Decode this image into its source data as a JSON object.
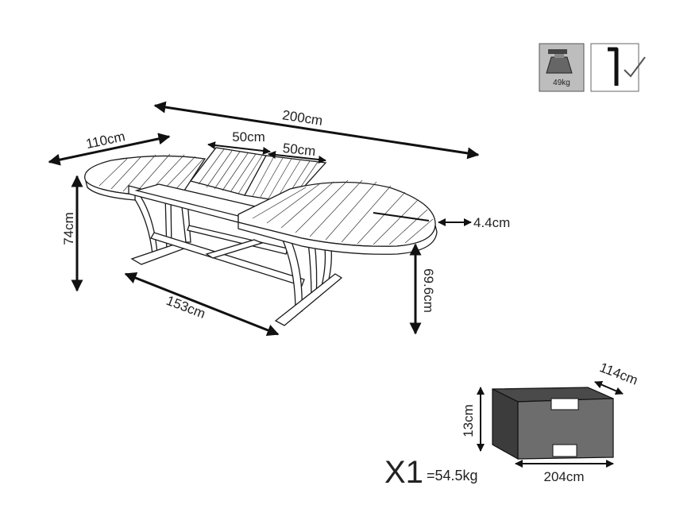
{
  "dimensions": {
    "total_length": "200cm",
    "width": "110cm",
    "extension_1": "50cm",
    "extension_2": "50cm",
    "height": "74cm",
    "base_length": "153cm",
    "top_thickness": "4.4cm",
    "clearance_height": "69.6cm"
  },
  "icons": {
    "weight_label": "49kg"
  },
  "package": {
    "count": "X1",
    "weight": "=54.5kg",
    "depth": "114cm",
    "height": "13cm",
    "length": "204cm"
  }
}
